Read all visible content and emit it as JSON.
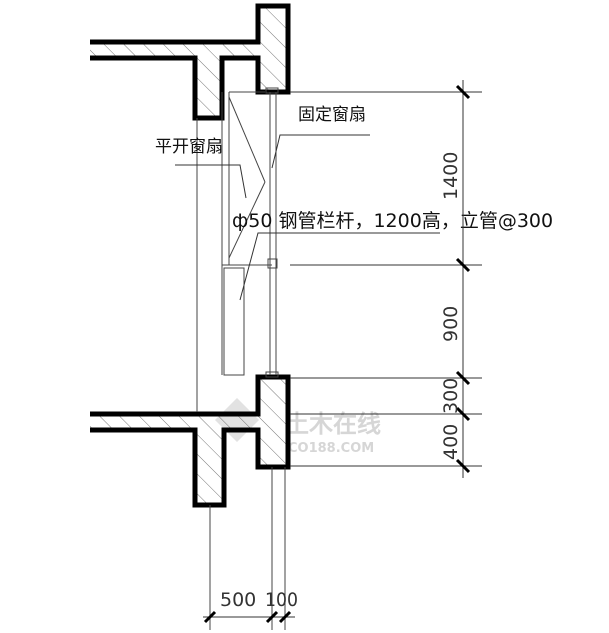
{
  "labels": {
    "fixed_sash": "固定窗扇",
    "casement_sash": "平开窗扇",
    "railing": "ф50 钢管栏杆，1200高，立管@300"
  },
  "vertical_dimensions": [
    "1400",
    "900",
    "300",
    "400"
  ],
  "horizontal_dimensions": [
    "500",
    "100"
  ],
  "watermark": {
    "line1": "土木在线",
    "line2": "CO188.COM"
  },
  "colors": {
    "wall": "#000000",
    "line": "#333333",
    "watermark": "#d6d6d6"
  }
}
